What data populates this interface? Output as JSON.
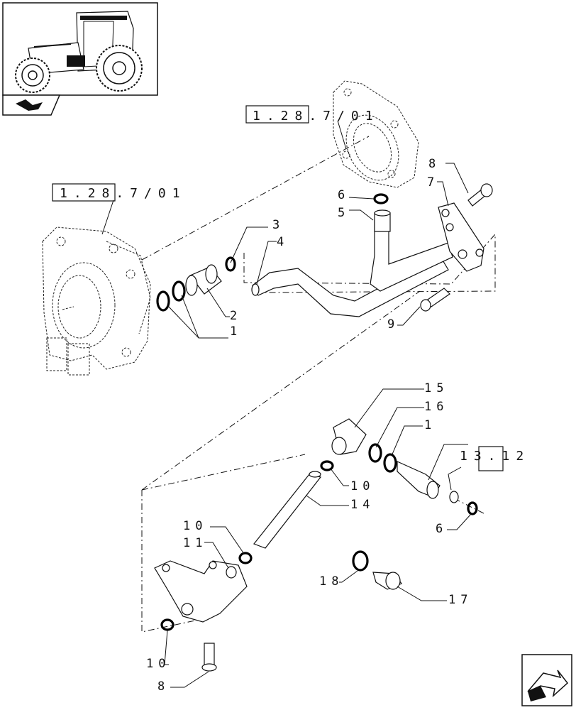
{
  "refs": {
    "ref_top": "1.28.7/01",
    "ref_left": "1.28.7/01",
    "ref_right": "13.12"
  },
  "callouts": {
    "c1a": "1",
    "c2": "2",
    "c3": "3",
    "c4": "4",
    "c5": "5",
    "c6a": "6",
    "c7": "7",
    "c8a": "8",
    "c9": "9",
    "c15": "15",
    "c16": "16",
    "c1b": "1",
    "c10a": "10",
    "c14": "14",
    "c6b": "6",
    "c10b": "10",
    "c11": "11",
    "c18": "18",
    "c17": "17",
    "c10c": "10",
    "c8b": "8"
  },
  "icons": {
    "thumbnail": "tractor-thumbnail-icon",
    "nav_small": "section-arrow-icon",
    "nav_large": "next-page-arrow-icon"
  }
}
